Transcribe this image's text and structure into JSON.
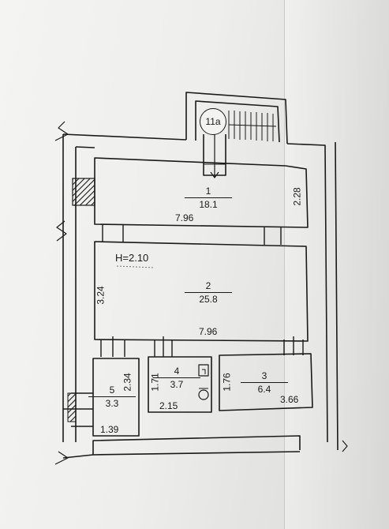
{
  "stair_tag": "11a",
  "ceiling_height": "H=2.10",
  "rooms": [
    {
      "num": "1",
      "area": "18.1"
    },
    {
      "num": "2",
      "area": "25.8"
    },
    {
      "num": "3",
      "area": "6.4"
    },
    {
      "num": "4",
      "area": "3.7"
    },
    {
      "num": "5",
      "area": "3.3"
    }
  ],
  "dimensions": {
    "room1_width": "7.96",
    "room1_depth": "2.28",
    "room2_width": "7.96",
    "room2_depth": "3.24",
    "room3_width": "3.66",
    "room3_depth": "1.76",
    "room4_width": "2.15",
    "room4_depth": "1.71",
    "room5_width": "1.39",
    "room5_depth": "2.34"
  }
}
